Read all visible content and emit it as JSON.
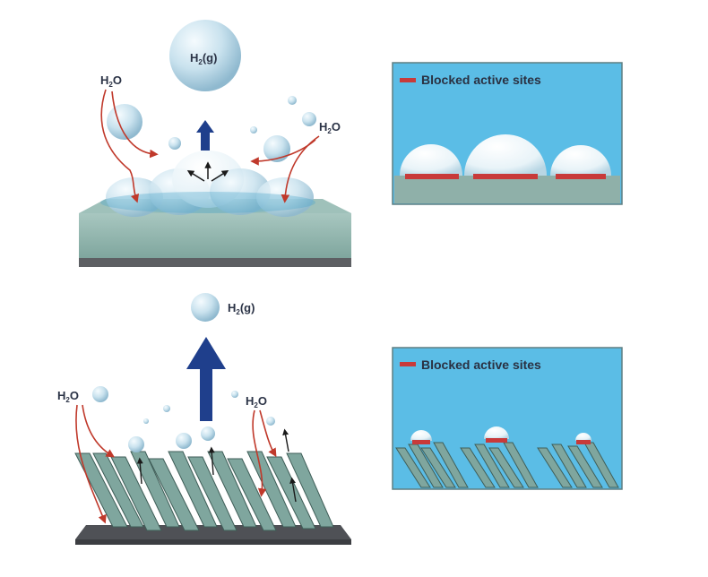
{
  "top_panel": {
    "bubble_label": {
      "main": "H",
      "sub": "2",
      "tail": "(g)"
    },
    "water_left": {
      "main": "H",
      "sub": "2",
      "tail": "O"
    },
    "water_right": {
      "main": "H",
      "sub": "2",
      "tail": "O"
    }
  },
  "bottom_panel": {
    "bubble_label": {
      "main": "H",
      "sub": "2",
      "tail": "(g)"
    },
    "water_left": {
      "main": "H",
      "sub": "2",
      "tail": "O"
    },
    "water_right": {
      "main": "H",
      "sub": "2",
      "tail": "O"
    }
  },
  "inset_top": {
    "legend_label": "Blocked active sites"
  },
  "inset_bottom": {
    "legend_label": "Blocked active sites"
  },
  "colors": {
    "substrate": "#7fa69e",
    "substrate_dark": "#5d5f63",
    "bubble": "#cfe6f0",
    "arrow_blue": "#1f3f8c",
    "water_path": "#c0392b",
    "inset_bg": "#5bbde6",
    "blocked_site": "#c83a3a"
  }
}
